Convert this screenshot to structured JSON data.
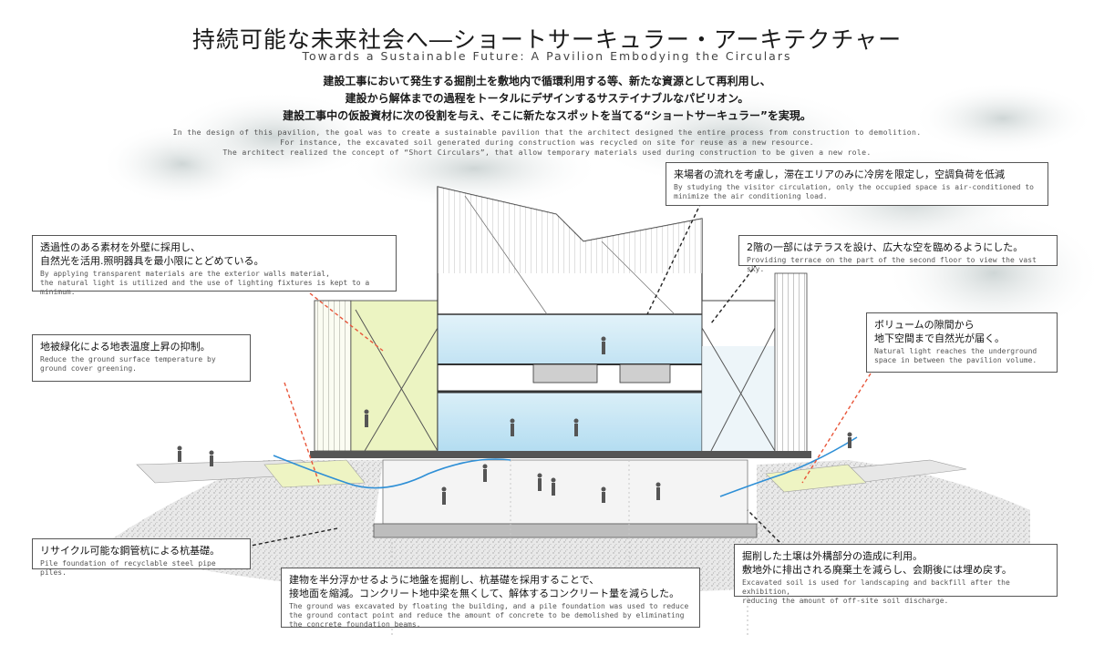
{
  "header": {
    "title_jp": "持続可能な未来社会へ―ショートサーキュラー・アーキテクチャー",
    "title_en": "Towards a Sustainable Future: A Pavilion Embodying the Circulars",
    "intro_jp": [
      "建設工事において発生する掘削土を敷地内で循環利用する等、新たな資源として再利用し、",
      "建設から解体までの過程をトータルにデザインするサステイナブルなパビリオン。",
      "建設工事中の仮設資材に次の役割を与え、そこに新たなスポットを当てる“ショートサーキュラー”を実現。"
    ],
    "intro_en": [
      "In the design of this pavilion, the goal was to create a sustainable pavilion that the architect designed the entire process from construction to demolition.",
      "For instance, the excavated soil generated during construction was recycled on site for reuse as a new resource.",
      "The architect realized the concept of “Short Circulars”, that allow temporary materials used during construction to be given a new role."
    ]
  },
  "callouts": {
    "air": {
      "jp": "来場者の流れを考慮し，滞在エリアのみに冷房を限定し，空調負荷を低減",
      "en": [
        "By studying the visitor circulation, only the occupied space is air-conditioned to",
        "minimize the air conditioning load."
      ]
    },
    "transparent": {
      "jp": [
        "透過性のある素材を外壁に採用し、",
        "自然光を活用.照明器具を最小限にとどめている。"
      ],
      "en": [
        "By applying transparent materials are the exterior walls material,",
        "the natural light is utilized and the use of lighting fixtures is kept to a minimum."
      ]
    },
    "terrace": {
      "jp": "2階の一部にはテラスを設け、広大な空を臨めるようにした。",
      "en": "Providing terrace on the part of the second floor to view the vast sky."
    },
    "ground": {
      "jp": "地被緑化による地表温度上昇の抑制。",
      "en": [
        "Reduce the ground surface temperature by",
        "ground cover greening."
      ]
    },
    "natural_light": {
      "jp": [
        "ボリュームの隙間から",
        "地下空間まで自然光が届く。"
      ],
      "en": [
        "Natural light reaches the underground",
        "space in between the pavilion volume."
      ]
    },
    "pile": {
      "jp": "リサイクル可能な鋼管杭による杭基礎。",
      "en": "Pile foundation of recyclable steel pipe piles."
    },
    "soil": {
      "jp": [
        "掘削した土壌は外構部分の造成に利用。",
        "敷地外に排出される廃棄土を減らし、会期後には埋め戻す。"
      ],
      "en": [
        "Excavated soil is used for landscaping and backfill after the exhibition,",
        "reducing the amount of off-site soil discharge."
      ]
    },
    "excavate": {
      "jp": [
        "建物を半分浮かせるように地盤を掘削し、杭基礎を採用することで、",
        "接地面を縮減。コンクリート地中梁を無くして、解体するコンクリート量を減らした。"
      ],
      "en": [
        "The ground was excavated by floating the building, and a pile foundation was used to reduce",
        "the ground contact point and reduce the amount of concrete to be demolished by eliminating",
        "the concrete foundation beams."
      ]
    }
  },
  "colors": {
    "leader": "#e8563a",
    "sky_cloud": "#cfd6d6",
    "glass_blue": "#bfe3f2",
    "glass_green": "#e9f3b8",
    "soil": "#d9d9d9",
    "water": "#2e8fd6"
  }
}
